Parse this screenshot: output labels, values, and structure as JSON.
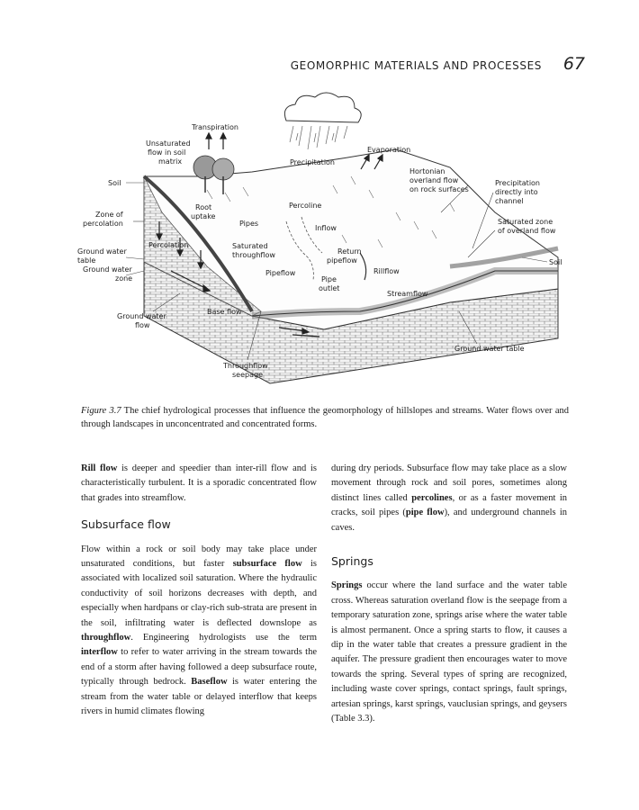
{
  "header": {
    "running_head": "GEOMORPHIC MATERIALS AND PROCESSES",
    "page_number": "67"
  },
  "figure": {
    "labels": {
      "transpiration": "Transpiration",
      "unsat_1": "Unsaturated",
      "unsat_2": "flow in soil",
      "unsat_3": "matrix",
      "precipitation": "Precipitation",
      "evaporation": "Evaporation",
      "hortonian_1": "Hortonian",
      "hortonian_2": "overland flow",
      "hortonian_3": "on rock surfaces",
      "precip_direct_1": "Precipitation",
      "precip_direct_2": "directly into",
      "precip_direct_3": "channel",
      "soil_left": "Soil",
      "root_1": "Root",
      "root_2": "uptake",
      "percoline": "Percoline",
      "zone_perc_1": "Zone of",
      "zone_perc_2": "percolation",
      "pipes": "Pipes",
      "inflow": "Inflow",
      "sat_zone_1": "Saturated zone",
      "sat_zone_2": "of overland flow",
      "gwt_1": "Ground water",
      "gwt_2": "table",
      "percolation": "Percolation",
      "sat_through_1": "Saturated",
      "sat_through_2": "throughflow",
      "return_1": "Return",
      "return_2": "pipeflow",
      "soil_right": "Soil",
      "gwz_1": "Ground water",
      "gwz_2": "zone",
      "rillflow": "Rillflow",
      "pipeflow": "Pipeflow",
      "pipe_outlet_1": "Pipe",
      "pipe_outlet_2": "outlet",
      "streamflow": "Streamflow",
      "baseflow": "Base flow",
      "gw_flow_1": "Ground water",
      "gw_flow_2": "flow",
      "gw_table_right": "Ground water table",
      "through_seep_1": "Throughflow",
      "through_seep_2": "seepage"
    }
  },
  "caption": {
    "label": "Figure 3.7",
    "text": "The chief hydrological processes that influence the geomorphology of hillslopes and streams. Water flows over and through landscapes in unconcentrated and concentrated forms."
  },
  "body": {
    "p1": {
      "term": "Rill flow",
      "text": " is deeper and speedier than inter-rill flow and is characteristically turbulent. It is a sporadic concentrated flow that grades into streamflow."
    },
    "h_subsurface": "Subsurface flow",
    "p2": {
      "t1": "Flow within a rock or soil body may take place under unsaturated conditions, but faster ",
      "b1": "subsurface flow",
      "t2": " is associated with localized soil saturation. Where the hydraulic conductivity of soil horizons decreases with depth, and especially when hardpans or clay-rich sub-strata are present in the soil, infiltrating water is deflected downslope as ",
      "b2": "throughflow",
      "t3": ". Engineering hydrologists use the term ",
      "b3": "interflow",
      "t4": " to refer to water arriving in the stream towards the end of a storm after having followed a deep subsurface route, typically through bedrock. ",
      "b4": "Baseflow",
      "t5": " is water entering the stream from the water table or delayed interflow that keeps rivers in humid climates flowing during dry periods. Subsurface flow may take place as a slow movement through rock and soil pores, sometimes along distinct lines called ",
      "b5": "percolines",
      "t6": ", or as a faster movement in cracks, soil pipes (",
      "b6": "pipe flow",
      "t7": "), and underground channels in caves."
    },
    "h_springs": "Springs",
    "p3": {
      "b1": "Springs",
      "t1": " occur where the land surface and the water table cross. Whereas saturation overland flow is the seepage from a temporary saturation zone, springs arise where the water table is almost permanent. Once a spring starts to flow, it causes a dip in the water table that creates a pressure gradient in the aquifer. The pressure gradient then encourages water to move towards the spring. Several types of spring are recognized, including waste cover springs, contact springs, fault springs, artesian springs, karst springs, vauclusian springs, and geysers (Table 3.3)."
    }
  }
}
